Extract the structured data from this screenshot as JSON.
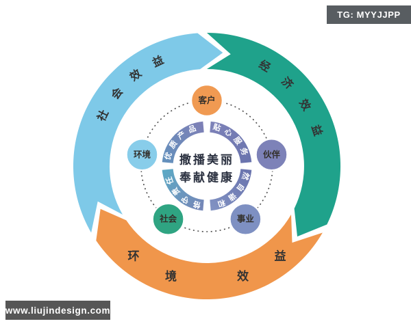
{
  "page": {
    "background": "#ffffff"
  },
  "badges": {
    "telegram": "TG: MYYJJPP",
    "telegram_bg": "#585d61",
    "website": "www.liujindesign.com",
    "website_bg": "#565656"
  },
  "diagram": {
    "center": {
      "line1": "撒播美丽",
      "line2": "奉献健康",
      "text_color": "#2b3140",
      "bg": "#ffffff"
    },
    "outer_segments": [
      {
        "id": "social",
        "label": "社会效益",
        "color": "#7ec9e8"
      },
      {
        "id": "economic",
        "label": "经济效益",
        "color": "#1fa28b"
      },
      {
        "id": "environmental",
        "label": "环境效益",
        "color": "#f0964b"
      }
    ],
    "outer_label_color": "#333333",
    "middle_circles": [
      {
        "id": "customer",
        "label": "客户",
        "color": "#f09a52"
      },
      {
        "id": "partner",
        "label": "伙伴",
        "color": "#7d82b8"
      },
      {
        "id": "career",
        "label": "事业",
        "color": "#7e90c2"
      },
      {
        "id": "society",
        "label": "社会",
        "color": "#2fa482"
      },
      {
        "id": "environment",
        "label": "环境",
        "color": "#88cdea"
      }
    ],
    "circle_label_color": "#33302b",
    "inner_segments": [
      {
        "id": "service",
        "label": "贴心服务",
        "display": "贴心服务",
        "color_start": "#7d82b8",
        "color_end": "#6a74ae"
      },
      {
        "id": "harmony",
        "label": "和谐自然",
        "display": "然自谐和",
        "color_start": "#6a74ae",
        "color_end": "#8091c2"
      },
      {
        "id": "responsibility",
        "label": "恪守责任",
        "display": "恪守责任",
        "color_start": "#7587b8",
        "color_end": "#5ea8c4"
      },
      {
        "id": "quality",
        "label": "优质产品",
        "display": "优质产品",
        "color_start": "#6490bc",
        "color_end": "#7d80b6"
      }
    ],
    "inner_text_color": "#ffffff",
    "dotted_ring_color": "#4a4a4a"
  }
}
